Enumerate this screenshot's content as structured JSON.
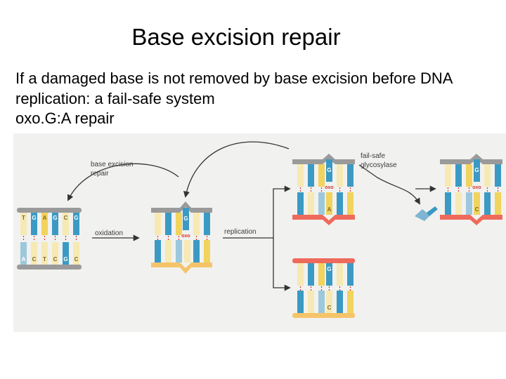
{
  "slide": {
    "title": "Base excision repair",
    "lines": [
      "If a damaged base is not removed by base excision before DNA",
      "replication: a fail-safe system",
      "oxo.G:A repair"
    ]
  },
  "diagram": {
    "labels": {
      "base_excision": "base excision",
      "repair": "repair",
      "oxidation": "oxidation",
      "replication": "replication",
      "fail_safe": "fail-safe",
      "glycosylase": "glycosylase",
      "oxo": "oxo"
    },
    "dna1": {
      "top": [
        "T",
        "G",
        "A",
        "G",
        "C",
        "G"
      ],
      "bottom": [
        "A",
        "C",
        "T",
        "C",
        "G",
        "C"
      ]
    },
    "dna2": {
      "g": "G"
    },
    "dna3": {
      "g": "G",
      "a": "A"
    },
    "dna4": {
      "g": "G",
      "c": "C"
    },
    "dna5": {
      "g": "G",
      "c": "C"
    },
    "colors": {
      "strand_gray": "#9a9a9a",
      "strand_red": "#ee6a5c",
      "strand_orange": "#f5c46a",
      "base_blue": "#3b9ac4",
      "base_cream": "#f6e9b3",
      "base_yellow": "#f1d35e",
      "base_light_blue": "#9cc8dc",
      "oxo_red": "#d9342b",
      "arrow": "#333333"
    }
  }
}
